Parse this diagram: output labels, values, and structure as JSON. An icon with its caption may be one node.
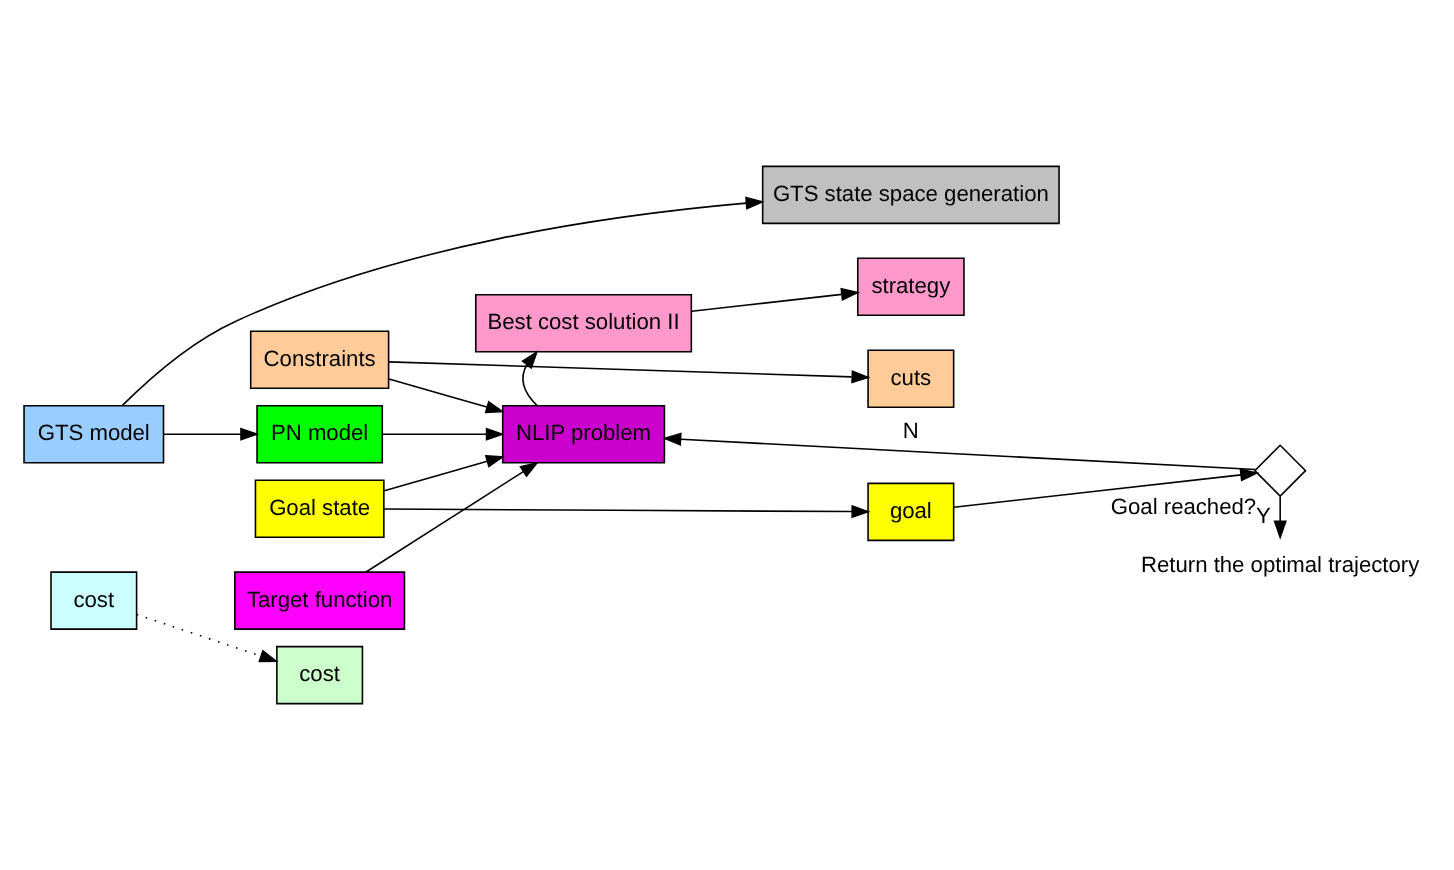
{
  "diagram": {
    "nodes": [
      {
        "text": [
          "GTS model"
        ]
      },
      {
        "text": [
          "cost"
        ]
      },
      {
        "text": [
          "PN model"
        ]
      },
      {
        "text": [
          "cost"
        ]
      },
      {
        "text": [
          "NLIP problem"
        ]
      },
      {
        "text": [
          "Best cost solution II"
        ]
      },
      {
        "text": [
          "GTS state space generation"
        ]
      },
      {
        "text": [
          "strategy"
        ]
      },
      {
        "text": [
          "cuts"
        ]
      },
      {
        "text": [
          "goal"
        ]
      },
      {
        "text": [
          "Constraints"
        ]
      },
      {
        "text": [
          "Goal state"
        ]
      },
      {
        "text": [],
        "shape": "diamond",
        "beside": [
          "Goal reached?"
        ]
      },
      {
        "text": [
          "Return the optimal trajectory"
        ]
      },
      {
        "text": [
          "Target function"
        ]
      }
    ],
    "edges": [
      {
        "from": 0,
        "to": 2,
        "arrow": "to"
      },
      {
        "from": 1,
        "to": 3,
        "arrow": "to",
        "style": "dashed"
      },
      {
        "from": 0,
        "to": 6,
        "arrow": "to"
      },
      {
        "from": 2,
        "to": 4,
        "arrow": "to"
      },
      {
        "from": 10,
        "to": 4,
        "arrow": "to"
      },
      {
        "from": 11,
        "to": 4,
        "arrow": "to"
      },
      {
        "from": 4,
        "to": 5,
        "arrow": "to"
      },
      {
        "from": 5,
        "to": 7,
        "arrow": "to"
      },
      {
        "from": 10,
        "to": 8,
        "arrow": "to"
      },
      {
        "from": 11,
        "to": 9,
        "arrow": "to"
      },
      {
        "from": 9,
        "to": 12,
        "arrow": "to"
      },
      {
        "from": 12,
        "to": 4,
        "arrow": "to",
        "label": "N"
      },
      {
        "from": 12,
        "to": 13,
        "arrow": "to",
        "label": "Y"
      },
      {
        "from": 14,
        "to": 4,
        "arrow": "to"
      }
    ]
  }
}
